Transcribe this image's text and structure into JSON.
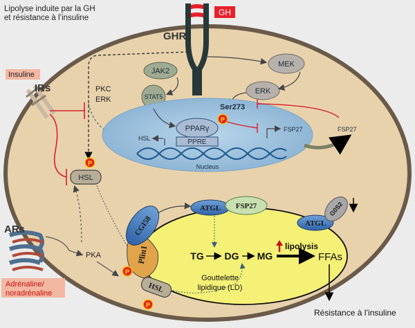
{
  "title_line1": "Lipolyse induite par la GH",
  "title_line2": "et résistance à l’insuline",
  "gh": "GH",
  "ghr": "GHR",
  "insuline": "Insuline",
  "irs": "IRs",
  "pkc": "PKC",
  "erk_left": "ERK",
  "jak2": "JAK2",
  "stat5": "STAT5",
  "mek": "MEK",
  "erk": "ERK",
  "ser273": "Ser273",
  "ppar": "PPARγ",
  "ppre": "PPRE",
  "hsl_nucleus": "HSL",
  "fsp27_nucleus": "FSP27",
  "fsp27_out": "FSP27",
  "nucleus": "Nucleus",
  "p": "P",
  "hsl": "HSL",
  "ars": "ARs",
  "adrenaline_line1": "Adrénaline/",
  "adrenaline_line2": "noradrénaline",
  "pka": "PKA",
  "cgi58": "CGI58",
  "plin1": "Plin1",
  "hsl_ld": "HSL",
  "atgl": "ATGL",
  "fsp27_ld": "FSP27",
  "g0s2": "G0S2",
  "atgl_right": "ATGL",
  "tg": "TG",
  "dg": "DG",
  "mg": "MG",
  "lipolysis": "lipolysis",
  "ffas": "FFAs",
  "ld_line1": "Gouttelette",
  "ld_line2": "lipidique (LD)",
  "insulin_resistance": "Résistance à l’insuline"
}
